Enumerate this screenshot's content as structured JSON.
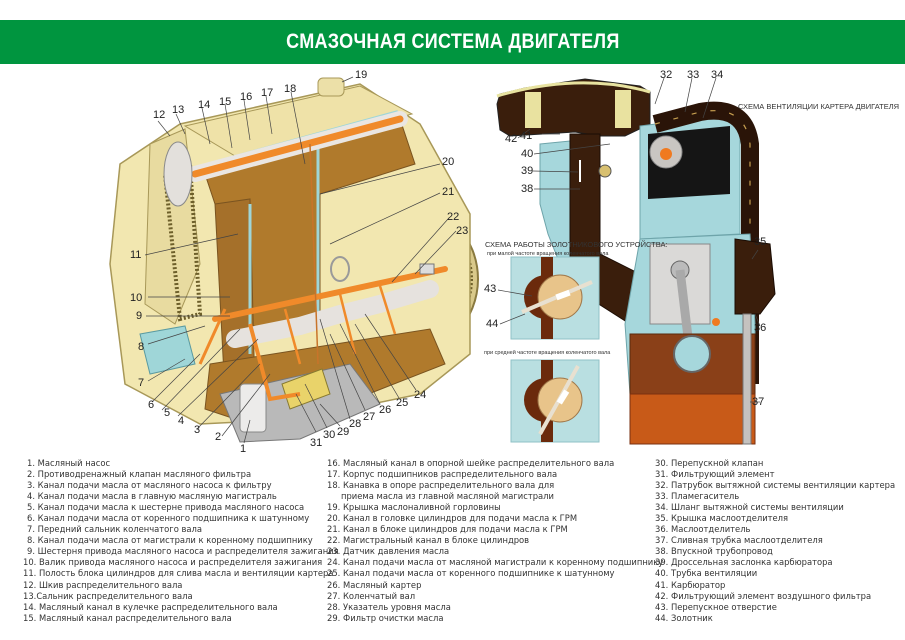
{
  "header": {
    "title": "СМАЗОЧНАЯ СИСТЕМА ДВИГАТЕЛЯ",
    "background_color": "#00953f"
  },
  "diagram": {
    "engine_callouts": [
      "1",
      "2",
      "3",
      "4",
      "5",
      "6",
      "7",
      "8",
      "9",
      "10",
      "11",
      "12",
      "13",
      "14",
      "15",
      "16",
      "17",
      "18",
      "19",
      "20",
      "21",
      "22",
      "23",
      "24",
      "25",
      "26",
      "27",
      "28",
      "29",
      "30",
      "31"
    ],
    "ventilation_callouts": [
      "32",
      "33",
      "34",
      "35",
      "36",
      "37",
      "38",
      "39",
      "40",
      "41",
      "42"
    ],
    "spool_callouts": [
      "43",
      "44"
    ],
    "ventilation_caption": "СХЕМА ВЕНТИЛЯЦИИ КАРТЕРА ДВИГАТЕЛЯ",
    "spool_caption": "СХЕМА РАБОТЫ ЗОЛОТНИКОВОГО УСТРОЙСТВА:",
    "spool_low_caption": "при малой частоте вращения коленчатого вала",
    "spool_mid_caption": "при средней частоте вращения коленчатого вала"
  },
  "legend": {
    "column1": [
      "1. Масляный насос",
      "2. Противодренажный клапан масляного фильтра",
      "3. Канал подачи масла от масляного насоса к фильтру",
      "4. Канал подачи масла в главную масляную магистраль",
      "5. Канал подачи масла к шестерне привода масляного насоса",
      "6. Канал подачи масла от коренного подшипника к шатунному",
      "7. Передний сальник коленчатого вала",
      "8. Канал подачи масла от магистрали к коренному подшипнику",
      "9. Шестерня привода масляного насоса и распределителя зажигания",
      "10. Валик привода масляного насоса и распределителя зажигания",
      "11. Полость блока цилиндров для слива масла и вентиляции картера",
      "12. Шкив распределительного вала",
      "13.Сальник распределительного вала",
      "14. Масляный канал в кулечке распределительного вала",
      "15. Масляный канал распределительного вала"
    ],
    "column2": [
      "16. Масляный канал в опорной шейке распределительного вала",
      "17. Корпус подшипников распределительного вала",
      "18. Канавка в опоре распределительного вала для",
      "приема масла из главной масляной магистрали",
      "19. Крышка маслоналивной горловины",
      "20. Канал в головке цилиндров для подачи масла к ГРМ",
      "21. Канал в блоке цилиндров для подачи масла к ГРМ",
      "22. Магистральный канал в блоке цилиндров",
      "23. Датчик давления масла",
      "24. Канал подачи масла от масляной магистрали к коренному подшипнику",
      "25. Канал подачи масла от коренного подшипнике к шатунному",
      "26. Масляный картер",
      "27. Коленчатый вал",
      "28. Указатель уровня масла",
      "29. Фильтр очистки масла"
    ],
    "column3": [
      "30. Перепускной клапан",
      "31. Фильтрующий элемент",
      "32. Патрубок вытяжной системы вентиляции картера",
      "33. Пламегаситель",
      "34. Шланг вытяжной системы вентиляции",
      "35. Крышка маслоотделителя",
      "36. Маслоотделитель",
      "37. Сливная трубка маслоотделителя",
      "38. Впускной трубопровод",
      "39. Дроссельная заслонка карбюратора",
      "40. Трубка вентиляции",
      "41. Карбюратор",
      "42. Фильтрующий элемент воздушного фильтра",
      "43. Перепускное отверстие",
      "44. Золотник"
    ]
  }
}
